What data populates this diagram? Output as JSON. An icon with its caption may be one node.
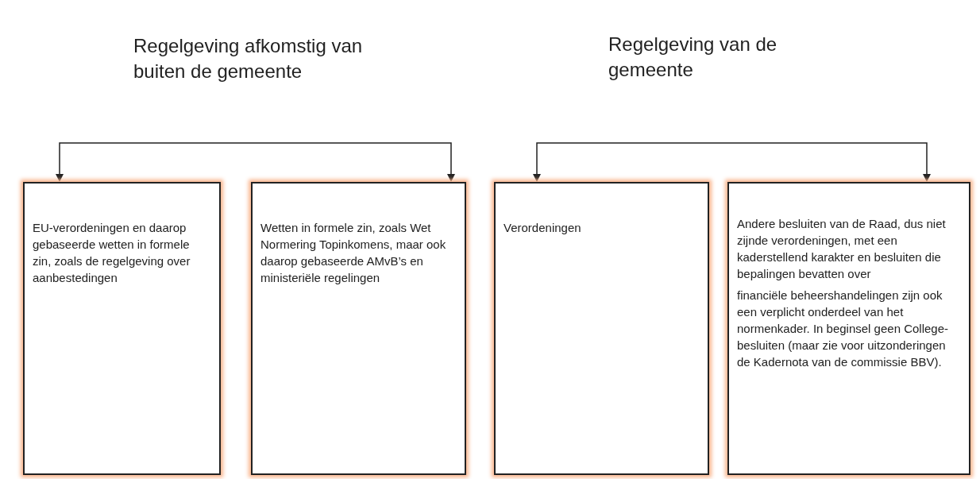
{
  "diagram": {
    "nodes": [
      {
        "text": [
          "EU-verordeningen en daarop gebaseerde wetten in formele zin, zoals de regelgeving over aanbestedingen"
        ]
      },
      {
        "text": [
          "Wetten in formele zin, zoals Wet Normering Topinkomens, maar ook daarop gebaseerde AMvB’s en ministeriële regelingen"
        ]
      },
      {
        "text": [
          "Verordeningen"
        ]
      },
      {
        "text": [
          "Andere besluiten van de Raad, dus niet zijnde verordeningen, met een kaderstellend karakter en besluiten die bepalingen bevatten over",
          "financiële beheershandelingen zijn ook een verplicht onderdeel van het normenkader.  In beginsel geen College-besluiten (maar zie voor uitzonderingen de Kadernota van de commissie BBV)."
        ]
      }
    ],
    "edges": [
      {
        "from": null,
        "to": 0,
        "arrow": "to"
      },
      {
        "from": null,
        "to": 1,
        "arrow": "to"
      },
      {
        "from": null,
        "to": 2,
        "arrow": "to"
      },
      {
        "from": null,
        "to": 3,
        "arrow": "to"
      }
    ],
    "labels": [
      "Regelgeving afkomstig van buiten de gemeente",
      "Regelgeving van de gemeente"
    ]
  }
}
